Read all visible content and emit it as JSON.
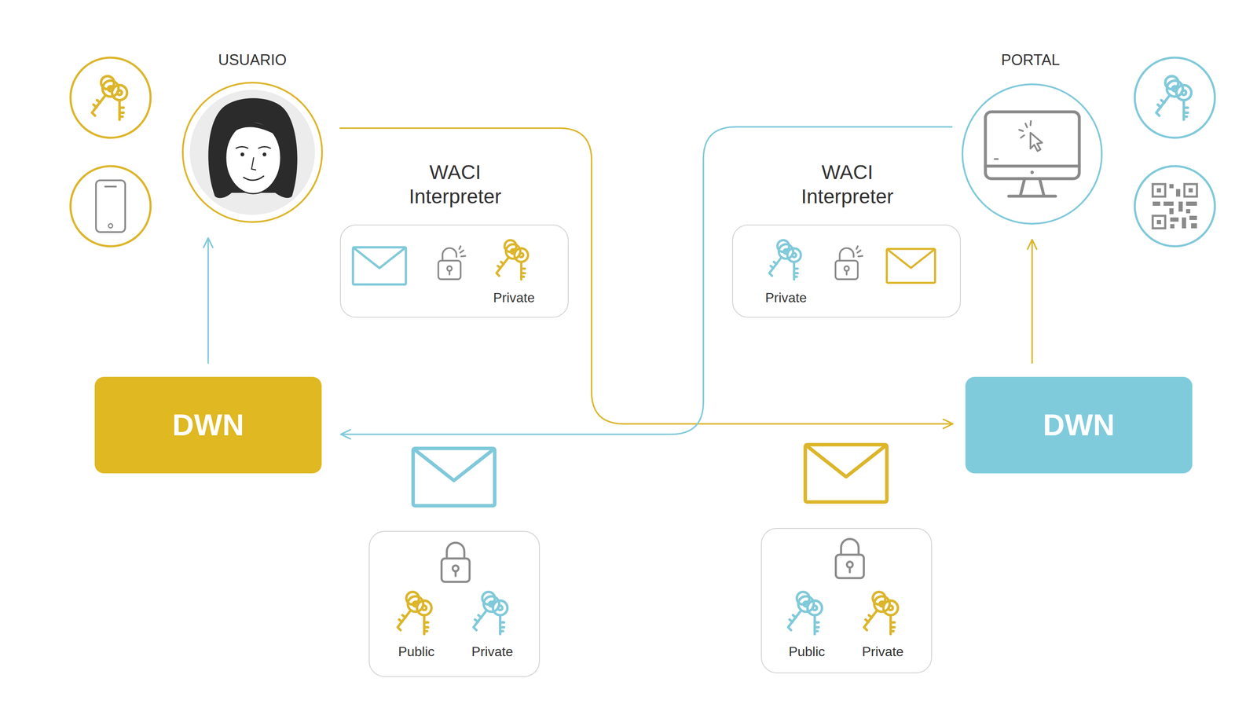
{
  "diagram": {
    "nodes": [
      {
        "text": [
          "USUARIO"
        ]
      },
      {
        "text": [
          "WACI Interpreter",
          "Private"
        ]
      },
      {
        "text": [
          "WACI Interpreter",
          "Private"
        ]
      },
      {
        "text": [
          "PORTAL"
        ]
      },
      {
        "text": [
          "DWN"
        ]
      },
      {
        "text": [
          "DWN"
        ]
      },
      {
        "text": [
          "Public",
          "Private"
        ]
      },
      {
        "text": [
          "Public",
          "Private"
        ]
      }
    ],
    "edges": [
      {
        "from": 4,
        "to": 0,
        "arrow": "to"
      },
      {
        "from": 0,
        "to": 5,
        "arrow": "to"
      },
      {
        "from": 3,
        "to": 4,
        "arrow": "to"
      },
      {
        "from": 5,
        "to": 3,
        "arrow": "to"
      }
    ]
  }
}
